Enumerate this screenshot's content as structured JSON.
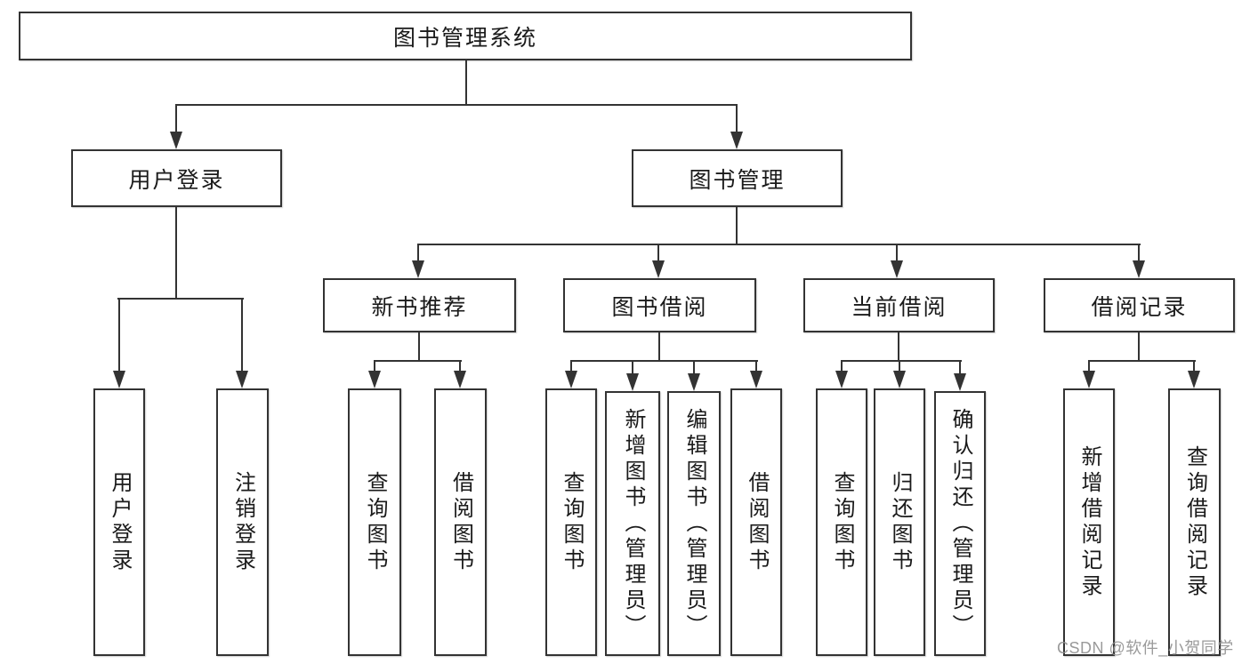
{
  "diagram": {
    "type": "tree",
    "root": {
      "label": "图书管理系统"
    },
    "level2": [
      {
        "label": "用户登录",
        "children": [
          "用户登录",
          "注销登录"
        ]
      },
      {
        "label": "图书管理"
      }
    ],
    "level3": [
      {
        "label": "新书推荐",
        "children": [
          "查询图书",
          "借阅图书"
        ]
      },
      {
        "label": "图书借阅",
        "children": [
          "查询图书",
          "新增图书（管理员）",
          "编辑图书（管理员）",
          "借阅图书"
        ]
      },
      {
        "label": "当前借阅",
        "children": [
          "查询图书",
          "归还图书",
          "确认归还（管理员）"
        ]
      },
      {
        "label": "借阅记录",
        "children": [
          "新增借阅记录",
          "查询借阅记录"
        ]
      }
    ]
  },
  "watermark": {
    "text": "CSDN @软件_小贺同学",
    "color": "#919191"
  },
  "colors": {
    "background": "#ffffff",
    "box_fill": "#ffffff",
    "box_border": "#333333",
    "line": "#333333",
    "text": "#1a1a1a"
  }
}
